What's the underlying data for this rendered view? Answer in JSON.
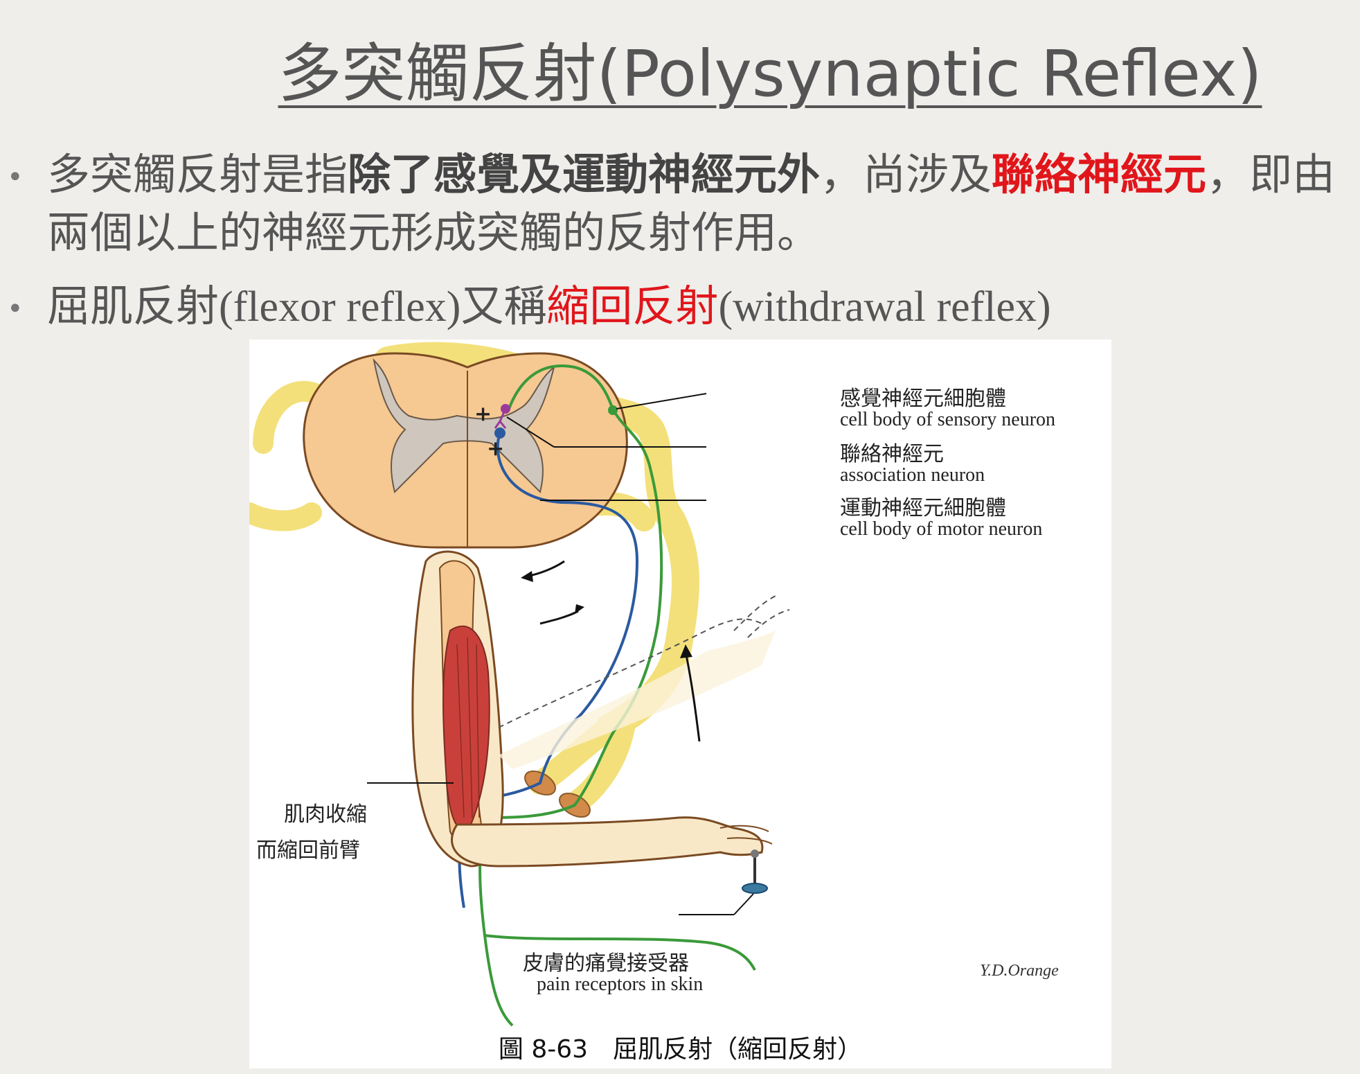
{
  "slide": {
    "title": "多突觸反射(Polysynaptic Reflex)",
    "bullet1": {
      "part1": "多突觸反射是指",
      "bold": "除了感覺及運動神經元外",
      "part2": "，尚涉及",
      "red": "聯絡神經元",
      "part3": "，即由兩個以上的神經元形成突觸的反射作用。"
    },
    "bullet2": {
      "part1": "屈肌反射",
      "en1": "(flexor reflex)",
      "part2": "又稱",
      "red": "縮回反射",
      "en2": "(withdrawal reflex)"
    }
  },
  "figure": {
    "labels": {
      "sensory_zh": "感覺神經元細胞體",
      "sensory_en": "cell body of sensory neuron",
      "assoc_zh": "聯絡神經元",
      "assoc_en": "association neuron",
      "motor_zh": "運動神經元細胞體",
      "motor_en": "cell body of motor neuron",
      "muscle_zh1": "肌肉收縮",
      "muscle_zh2": "而縮回前臂",
      "pain_zh": "皮膚的痛覺接受器",
      "pain_en": "pain receptors in skin",
      "plus1": "+",
      "plus2": "+"
    },
    "signature": "Y.D.Orange",
    "caption": "圖 8-63　屈肌反射（縮回反射）",
    "colors": {
      "sensory_neuron": "#3a9a3a",
      "motor_neuron": "#2a5aa0",
      "association_neuron": "#9a3a9a",
      "nerve": "#f3e07a",
      "spinal_cord": "#f6c892",
      "gray_matter": "#cfc6bd",
      "muscle": "#c9403a",
      "receptor": "#3a7aa0"
    }
  }
}
